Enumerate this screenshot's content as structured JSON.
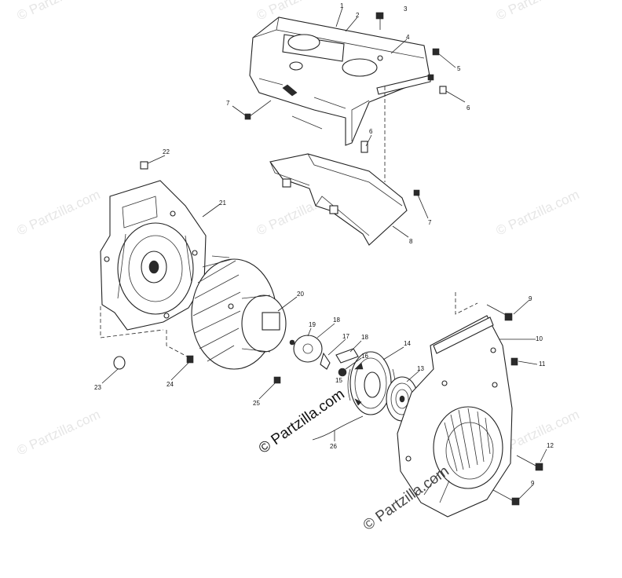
{
  "watermark": {
    "text": "© Partzilla.com"
  },
  "brand_watermark": {
    "text": "© Partzilla.com"
  },
  "callouts": {
    "c1": "1",
    "c2": "2",
    "c3": "3",
    "c4": "4",
    "c5": "5",
    "c6a": "6",
    "c6b": "6",
    "c7a": "7",
    "c7b": "7",
    "c8": "8",
    "c9a": "9",
    "c9b": "9",
    "c10": "10",
    "c11": "11",
    "c12": "12",
    "c13": "13",
    "c14": "14",
    "c15": "15",
    "c16": "16",
    "c17": "17",
    "c18a": "18",
    "c18b": "18",
    "c19": "19",
    "c20": "20",
    "c21": "21",
    "c22": "22",
    "c23": "23",
    "c24": "24",
    "c25": "25",
    "c26": "26"
  }
}
